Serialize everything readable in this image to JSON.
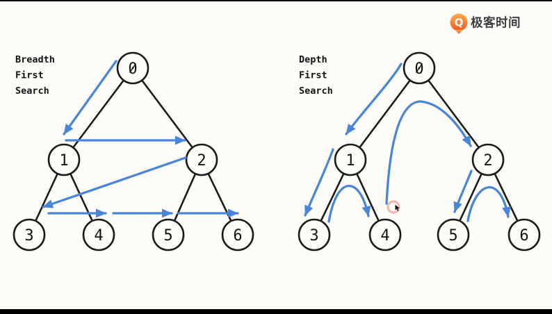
{
  "slide": {
    "background": "#fdfcf8",
    "letterbox_color": "#000000"
  },
  "logo": {
    "text": "极客时间",
    "icon_name": "geektime-logo-icon",
    "icon_gradient_top": "#ffac50",
    "icon_gradient_bottom": "#ee5a1e",
    "text_color": "#3d3d3d"
  },
  "colors": {
    "traversal_arrow": "#4a86d8",
    "tree_edge": "#1b1b1b",
    "node_stroke": "#1b1b1b",
    "node_fill": "#fdfcf8",
    "cursor_ring": "#e57f74",
    "cursor_pointer": "#111111"
  },
  "bfs": {
    "title_lines": [
      "Breadth",
      "First",
      "Search"
    ],
    "node_labels": [
      "0",
      "1",
      "2",
      "3",
      "4",
      "5",
      "6"
    ]
  },
  "dfs": {
    "title_lines": [
      "Depth",
      "First",
      "Search"
    ],
    "node_labels": [
      "0",
      "1",
      "2",
      "3",
      "4",
      "5",
      "6"
    ]
  }
}
